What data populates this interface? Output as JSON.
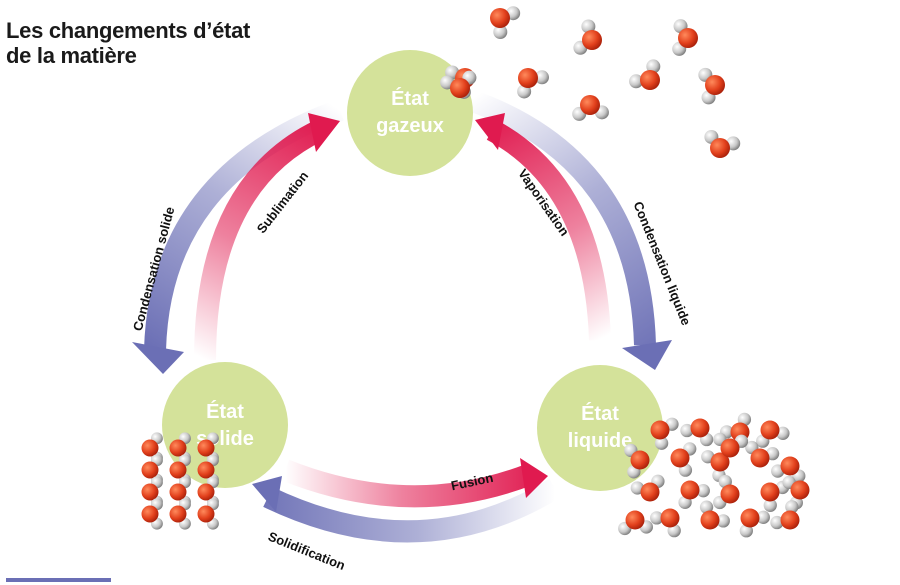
{
  "title": {
    "line1": "Les changements d’état",
    "line2": "de la matière"
  },
  "states": {
    "gas": {
      "line1": "État",
      "line2": "gazeux"
    },
    "solid": {
      "line1": "État",
      "line2": "solide"
    },
    "liquid": {
      "line1": "État",
      "line2": "liquide"
    }
  },
  "transitions": {
    "sublimation": "Sublimation",
    "solid_condensation": "Condensation solide",
    "vaporisation": "Vaporisation",
    "liquid_condensation": "Condensation liquide",
    "fusion": "Fusion",
    "solidification": "Solidification"
  },
  "colors": {
    "state_circle": "#d4e29a",
    "heating_arrow": "#e01a4f",
    "cooling_arrow": "#6b6fb5",
    "oxygen": "#e2401c",
    "hydrogen": "#c8c8c8"
  }
}
